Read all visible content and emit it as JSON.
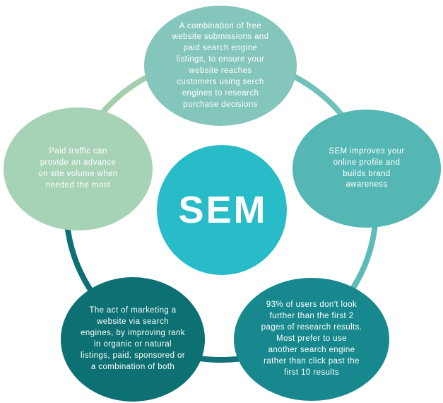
{
  "center": {
    "label": "SEM",
    "color": "#28bcc9",
    "text_color": "#ffffff"
  },
  "bubbles": [
    {
      "position": "top",
      "color": "#84c6bb",
      "lines": [
        "A combination of free",
        "website submissions and",
        "paid search engine",
        "listings, to ensure your",
        "website reaches",
        "customers using serch",
        "engines to research",
        "purchase decisions"
      ]
    },
    {
      "position": "left",
      "color": "#a6d2b6",
      "lines": [
        "Paid traffic can",
        "provide an advance",
        "on site volume when",
        "needed the most"
      ]
    },
    {
      "position": "right",
      "color": "#55b7b4",
      "lines": [
        "SEM improves your",
        "online profile and",
        "builds brand",
        "awareness"
      ]
    },
    {
      "position": "bottom-left",
      "color": "#0d7072",
      "lines": [
        "The act of marketing a",
        "website via search",
        "engines, by improving rank",
        "in organic or natural",
        "listings, paid, sponsored or",
        "a combination of both"
      ]
    },
    {
      "position": "bottom-right",
      "color": "#17898e",
      "lines": [
        "93% of users don't look",
        "further than the first 2",
        "pages of research results.",
        "Most prefer to use",
        "another search engine",
        "rather than click past the",
        "first 10 results"
      ]
    }
  ],
  "ring": {
    "segments": [
      {
        "from": "left",
        "to": "top",
        "color": "#a3cfae"
      },
      {
        "from": "top",
        "to": "right",
        "color": "#70c1b9"
      },
      {
        "from": "right",
        "to": "bottom-right",
        "color": "#5cbab7"
      },
      {
        "from": "bottom-right",
        "to": "bottom-left",
        "color": "#13717a"
      },
      {
        "from": "bottom-left",
        "to": "left",
        "color": "#0c6f71"
      }
    ]
  }
}
